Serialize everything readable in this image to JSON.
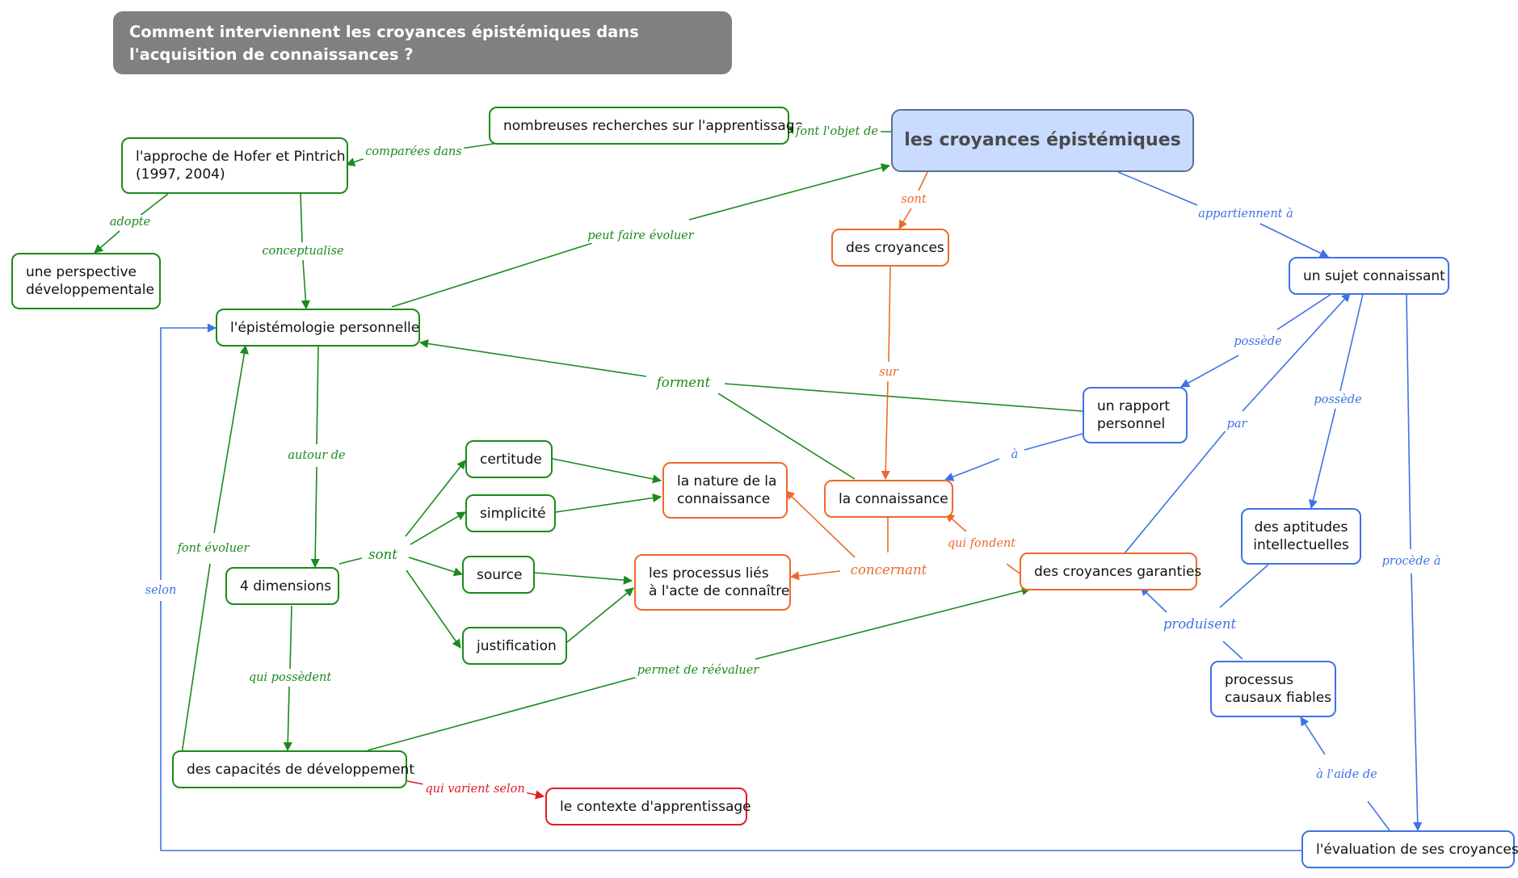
{
  "title": "Comment interviennent les croyances épistémiques dans l'acquisition de connaissances ?",
  "colors": {
    "green": "#1c8a1c",
    "orange": "#ee6a2c",
    "blue": "#3f72e6",
    "red": "#e21b23",
    "main_fill": "#c9dcff",
    "title_fill": "#808080"
  },
  "nodes": {
    "croyances_epistemiques": "les croyances épistémiques",
    "recherches": "nombreuses recherches sur l'apprentissage",
    "hofer_line1": "l'approche de Hofer et Pintrich",
    "hofer_line2": "(1997, 2004)",
    "perspective_line1": "une perspective",
    "perspective_line2": "développementale",
    "epistemologie": "l'épistémologie personnelle",
    "des_croyances": "des croyances",
    "sujet": "un sujet connaissant",
    "rapport_line1": "un rapport",
    "rapport_line2": "personnel",
    "certitude": "certitude",
    "simplicite": "simplicité",
    "source": "source",
    "justification": "justification",
    "nature_line1": "la nature de la",
    "nature_line2": "connaissance",
    "connaissance": "la connaissance",
    "processus_lies_line1": "les processus liés",
    "processus_lies_line2": "à l'acte de connaître",
    "aptitudes_line1": "des aptitudes",
    "aptitudes_line2": "intellectuelles",
    "dimensions": "4 dimensions",
    "garanties": "des croyances garanties",
    "causaux_line1": "processus",
    "causaux_line2": "causaux fiables",
    "capacites": "des capacités de développement",
    "contexte": "le contexte d'apprentissage",
    "evaluation": "l'évaluation de ses croyances"
  },
  "links": {
    "font_objet": "font l'objet de",
    "comparees": "comparées dans",
    "adopte": "adopte",
    "conceptualise": "conceptualise",
    "peut_faire": "peut faire évoluer",
    "sont_orange": "sont",
    "appartiennent": "appartiennent à",
    "sur": "sur",
    "forment": "forment",
    "possede1": "possède",
    "possede2": "possède",
    "a": "à",
    "par": "par",
    "autour": "autour de",
    "sont_green": "sont",
    "font_evoluer": "font évoluer",
    "qui_fondent": "qui fondent",
    "concernant": "concernant",
    "procede": "procède à",
    "selon": "selon",
    "produisent": "produisent",
    "qui_possedent": "qui possèdent",
    "permet": "permet de réévaluer",
    "a_laide": "à l'aide de",
    "qui_varient": "qui varient selon"
  }
}
